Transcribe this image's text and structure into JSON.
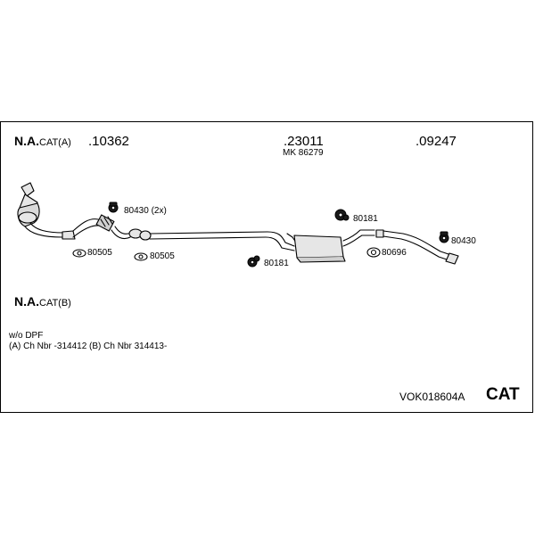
{
  "header": {
    "label_a_bold": "N.A.",
    "label_a_rest": "CAT(A)",
    "part_main_1": ".10362",
    "part_main_2": ".23011",
    "part_main_2_sub": "MK 86279",
    "part_main_3": ".09247"
  },
  "parts": {
    "p80430x2": "80430 (2x)",
    "p80505a": "80505",
    "p80505b": "80505",
    "p80181a": "80181",
    "p80181b": "80181",
    "p80430": "80430",
    "p80696": "80696"
  },
  "variant_b": {
    "bold": "N.A.",
    "rest": "CAT(B)"
  },
  "notes": {
    "line1": "w/o DPF",
    "line2": "(A) Ch Nbr -314412 (B) Ch Nbr 314413-"
  },
  "footer": {
    "code": "VOK018604A",
    "category": "CAT"
  },
  "colors": {
    "line": "#000000",
    "part_fill": "#e6e6e6",
    "hanger_fill": "#1a1a1a"
  }
}
